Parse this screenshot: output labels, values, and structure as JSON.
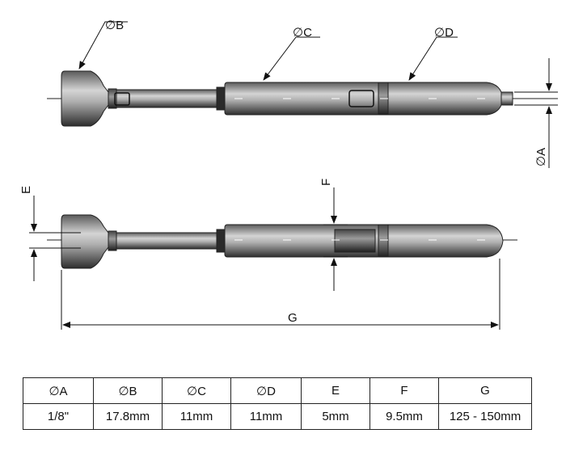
{
  "callouts": {
    "diameter_b": "∅B",
    "diameter_c": "∅C",
    "diameter_d": "∅D",
    "diameter_a": "∅A",
    "dim_e": "E",
    "dim_f": "F",
    "dim_g": "G"
  },
  "table": {
    "headers": [
      "∅A",
      "∅B",
      "∅C",
      "∅D",
      "E",
      "F",
      "G"
    ],
    "values": [
      "1/8\"",
      "17.8mm",
      "11mm",
      "11mm",
      "5mm",
      "9.5mm",
      "125 - 150mm"
    ]
  },
  "colors": {
    "line": "#1a1a1a",
    "body_dark": "#3d3d3d",
    "body_light": "#c8c8c8"
  }
}
